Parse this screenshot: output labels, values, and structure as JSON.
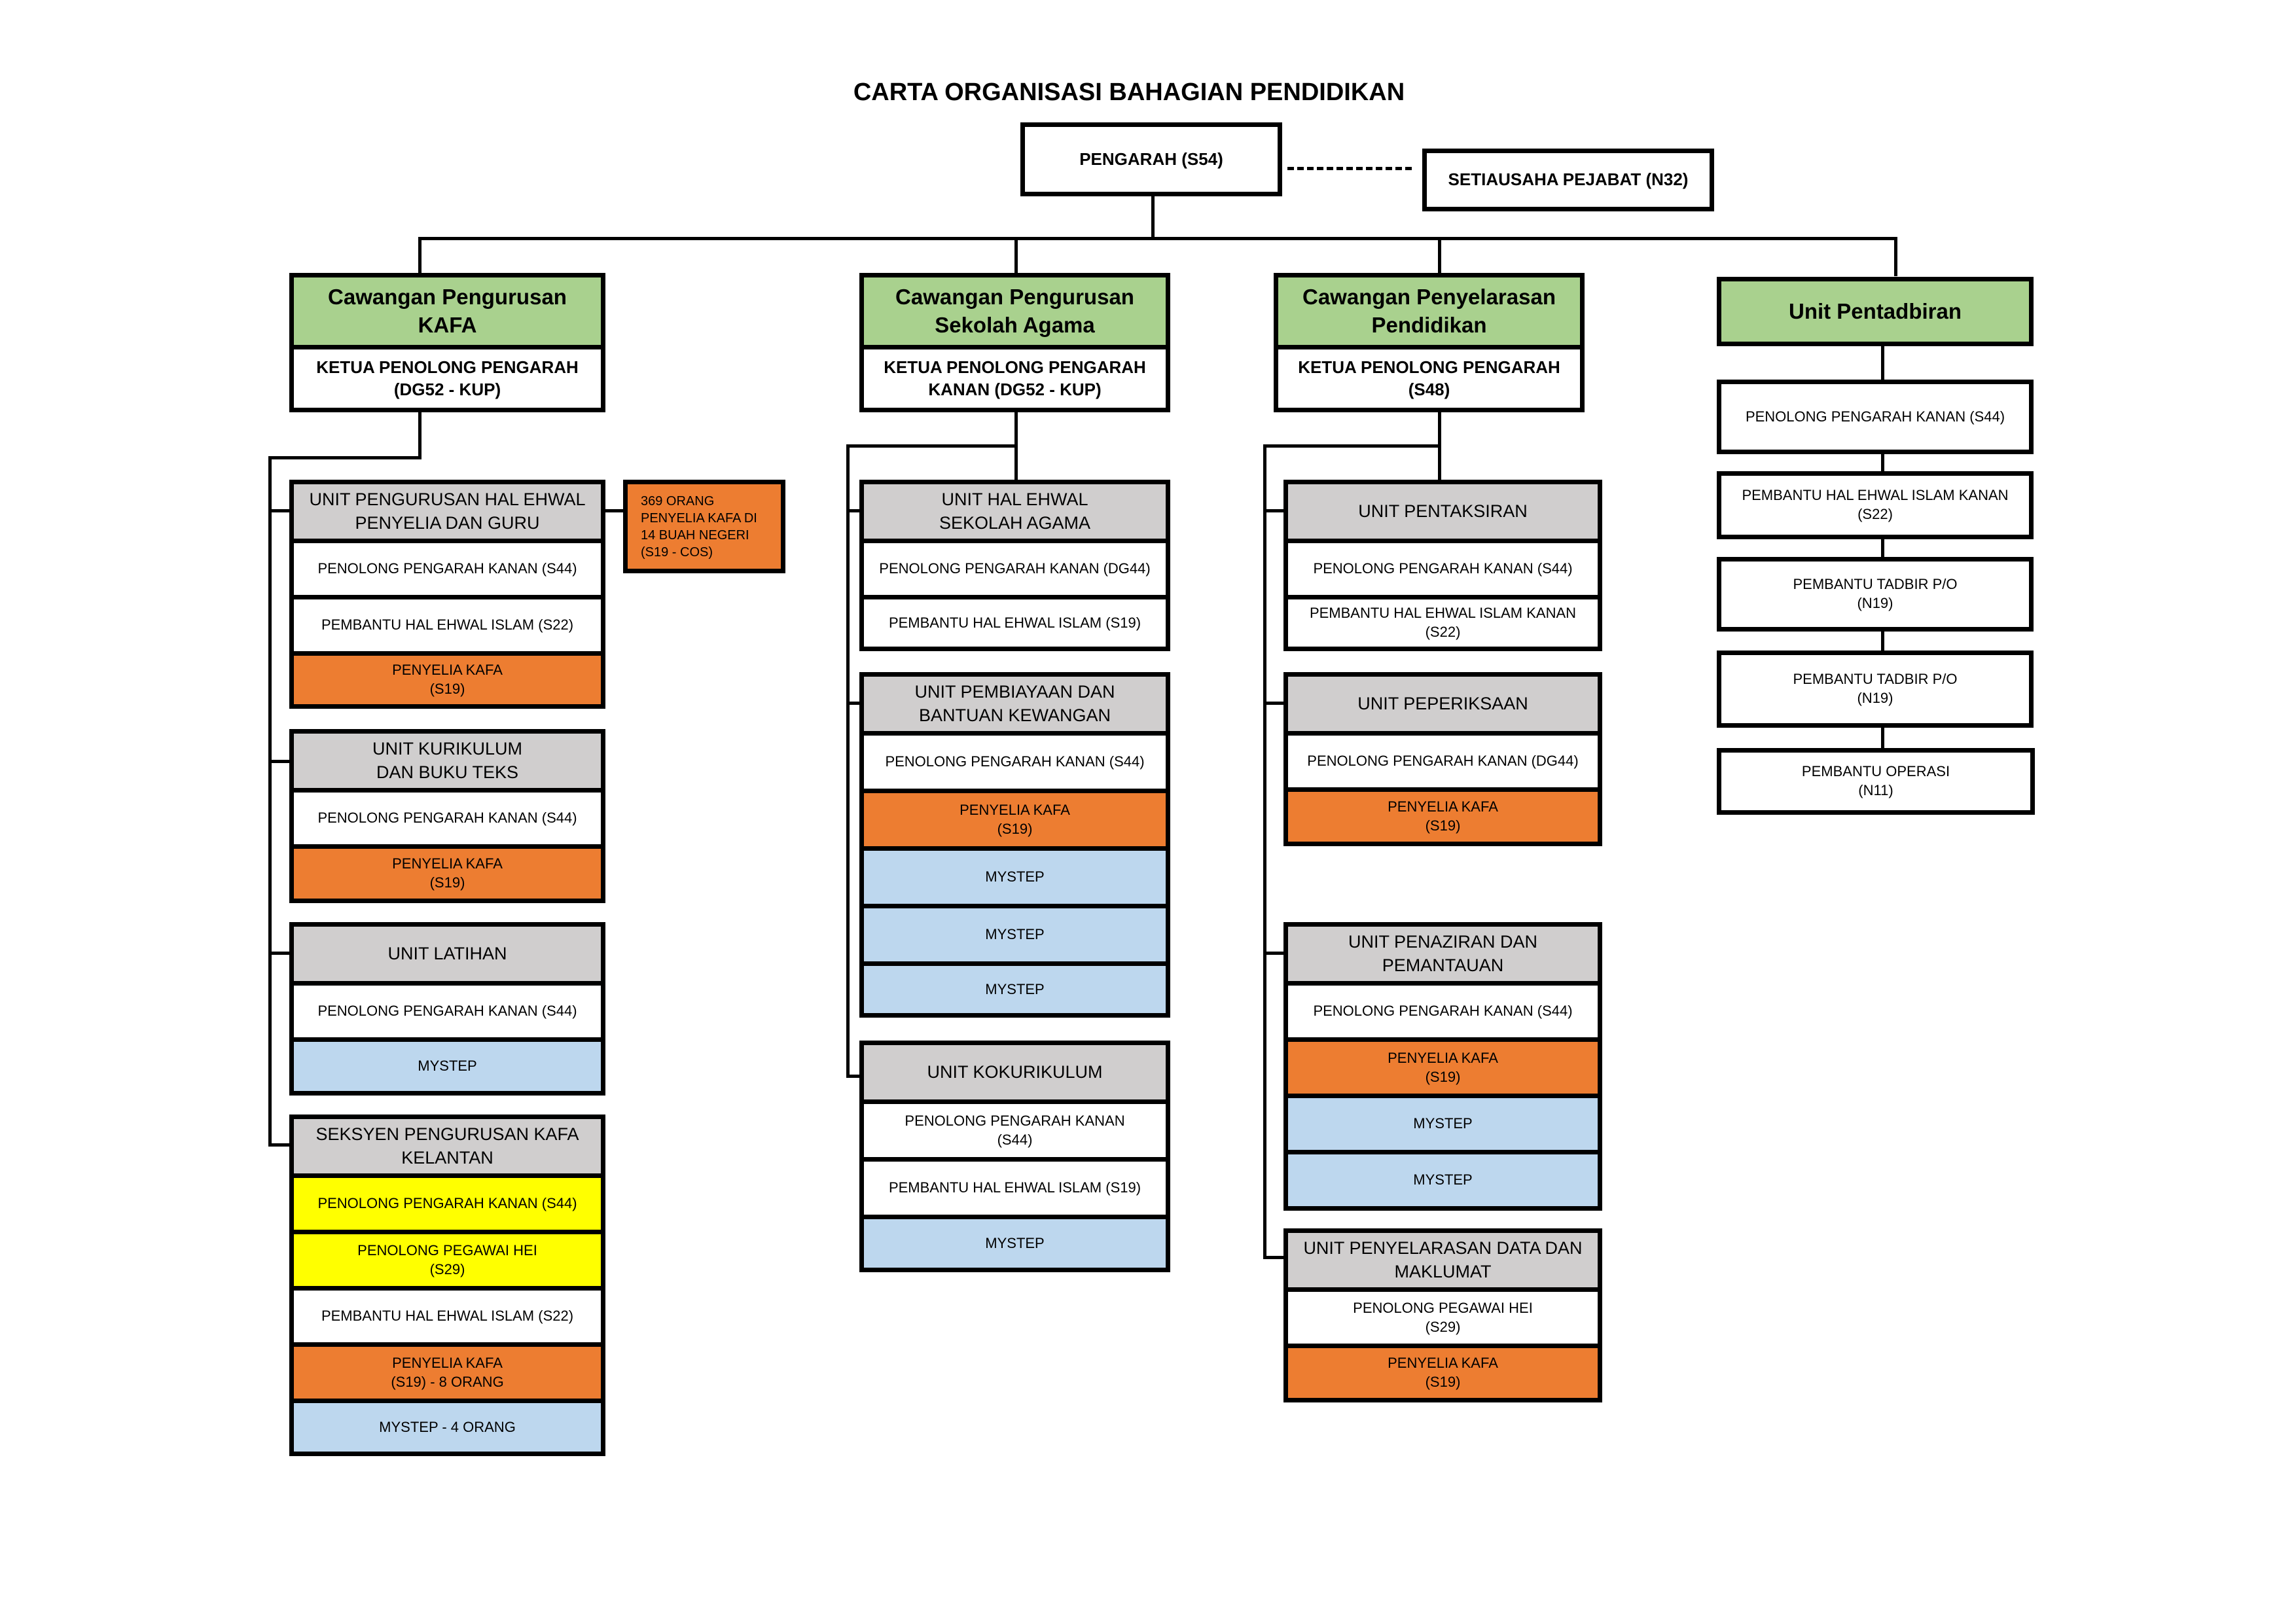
{
  "title": "CARTA ORGANISASI BAHAGIAN PENDIDIKAN",
  "top": {
    "director": "PENGARAH (S54)",
    "secretary": "SETIAUSAHA PEJABAT (N32)"
  },
  "kafa": {
    "name": "Cawangan Pengurusan\nKAFA",
    "head": "KETUA PENOLONG PENGARAH\n(DG52 - KUP)",
    "note": "369 ORANG\nPENYELIA KAFA DI\n14 BUAH NEGERI\n(S19 - COS)",
    "units": [
      {
        "header": "UNIT  PENGURUSAN HAL EHWAL\nPENYELIA DAN GURU",
        "roles": [
          "PENOLONG PENGARAH KANAN   (S44)",
          "PEMBANTU HAL EHWAL  ISLAM  (S22)",
          "PENYELIA KAFA\n(S19)"
        ]
      },
      {
        "header": "UNIT  KURIKULUM\nDAN BUKU TEKS",
        "roles": [
          "PENOLONG PENGARAH KANAN   (S44)",
          "PENYELIA KAFA\n(S19)"
        ]
      },
      {
        "header": "UNIT LATIHAN",
        "roles": [
          "PENOLONG PENGARAH KANAN   (S44)",
          "MYSTEP"
        ]
      },
      {
        "header": "SEKSYEN PENGURUSAN KAFA\nKELANTAN",
        "roles": [
          "PENOLONG PENGARAH KANAN (S44)",
          "PENOLONG PEGAWAI HEI\n(S29)",
          "PEMBANTU HAL EHWAL  ISLAM  (S22)",
          "PENYELIA KAFA\n(S19) - 8 ORANG",
          "MYSTEP - 4 ORANG"
        ]
      }
    ]
  },
  "sekolah": {
    "name": "Cawangan Pengurusan\nSekolah Agama",
    "head": "KETUA PENOLONG PENGARAH\nKANAN (DG52 - KUP)",
    "units": [
      {
        "header": "UNIT HAL EHWAL\nSEKOLAH AGAMA",
        "roles": [
          "PENOLONG PENGARAH KANAN (DG44)",
          "PEMBANTU HAL EHWAL ISLAM (S19)"
        ]
      },
      {
        "header": "UNIT PEMBIAYAAN DAN\nBANTUAN KEWANGAN",
        "roles": [
          "PENOLONG PENGARAH KANAN (S44)",
          "PENYELIA KAFA\n(S19)",
          "MYSTEP",
          "MYSTEP",
          "MYSTEP"
        ]
      },
      {
        "header": "UNIT KOKURIKULUM",
        "roles": [
          "PENOLONG PENGARAH KANAN\n(S44)",
          "PEMBANTU HAL EHWAL ISLAM    (S19)",
          "MYSTEP"
        ]
      }
    ]
  },
  "penyelarasan": {
    "name": "Cawangan Penyelarasan\nPendidikan",
    "head": "KETUA PENOLONG PENGARAH\n(S48)",
    "units": [
      {
        "header": "UNIT PENTAKSIRAN",
        "roles": [
          "PENOLONG PENGARAH KANAN (S44)",
          "PEMBANTU HAL EHWAL ISLAM KANAN\n(S22)"
        ]
      },
      {
        "header": "UNIT PEPERIKSAAN",
        "roles": [
          "PENOLONG PENGARAH KANAN (DG44)",
          "PENYELIA KAFA\n(S19)"
        ]
      },
      {
        "header": "UNIT PENAZIRAN DAN\nPEMANTAUAN",
        "roles": [
          "PENOLONG PENGARAH KANAN (S44)",
          "PENYELIA KAFA\n(S19)",
          "MYSTEP",
          "MYSTEP"
        ]
      },
      {
        "header": "UNIT PENYELARASAN  DATA  DAN\nMAKLUMAT",
        "roles": [
          "PENOLONG PEGAWAI HEI\n(S29)",
          "PENYELIA KAFA\n(S19)"
        ]
      }
    ]
  },
  "pentadbiran": {
    "name": "Unit Pentadbiran",
    "roles": [
      "PENOLONG PENGARAH KANAN (S44)",
      "PEMBANTU HAL EHWAL ISLAM  KANAN\n(S22)",
      "PEMBANTU TADBIR  P/O\n(N19)",
      "PEMBANTU TADBIR  P/O\n(N19)",
      "PEMBANTU OPERASI\n(N11)"
    ]
  },
  "colors": {
    "branch": "#a9d18e",
    "unit_header": "#d0cece",
    "penyelia": "#ed7d31",
    "mystep": "#bdd7ee",
    "highlight": "#ffff00"
  }
}
